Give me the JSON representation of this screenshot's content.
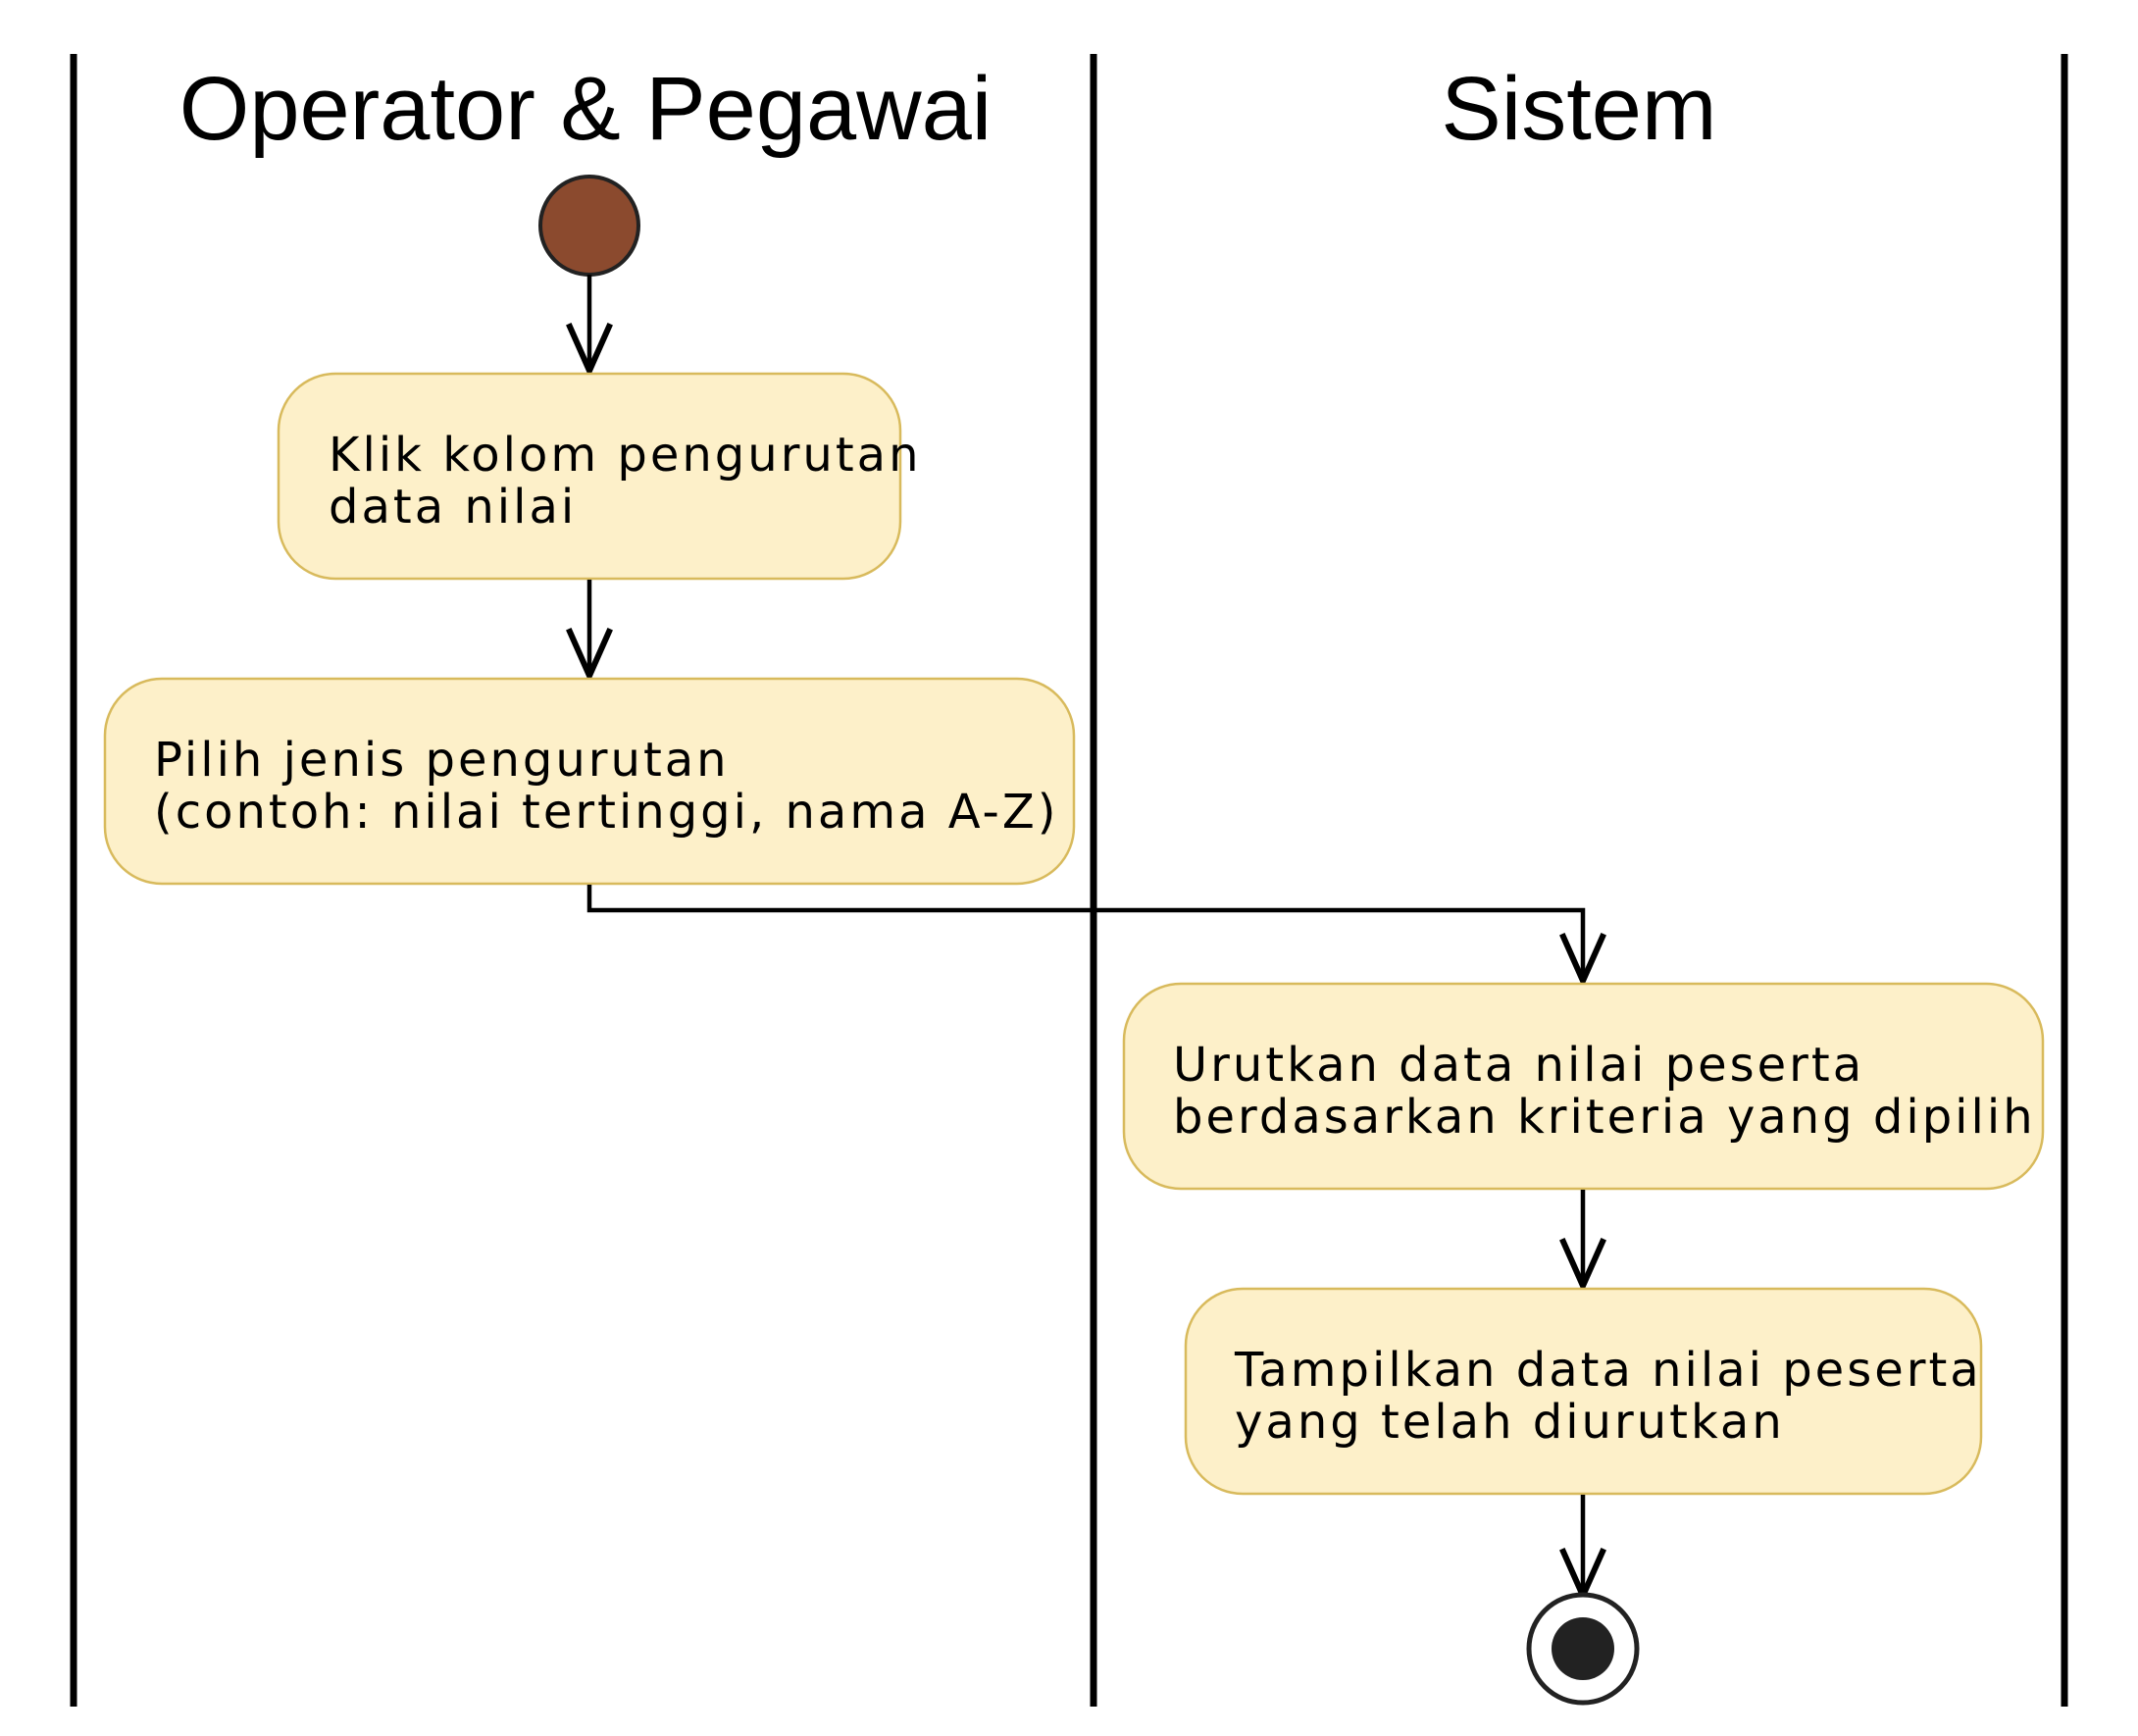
{
  "swimlanes": [
    {
      "title": "Operator & Pegawai"
    },
    {
      "title": "Sistem"
    }
  ],
  "actions": [
    {
      "lines": [
        "Klik kolom pengurutan",
        "data nilai"
      ]
    },
    {
      "lines": [
        "Pilih jenis pengurutan",
        "(contoh: nilai tertinggi, nama A-Z)"
      ]
    },
    {
      "lines": [
        "Urutkan data nilai peserta",
        "berdasarkan kriteria yang dipilih"
      ]
    },
    {
      "lines": [
        "Tampilkan data nilai peserta",
        "yang telah diurutkan"
      ]
    }
  ],
  "colors": {
    "start_node": "#8b4a2e",
    "action_fill": "#fdf0c9",
    "action_border": "#d8ba5c",
    "end_node": "#222222"
  }
}
